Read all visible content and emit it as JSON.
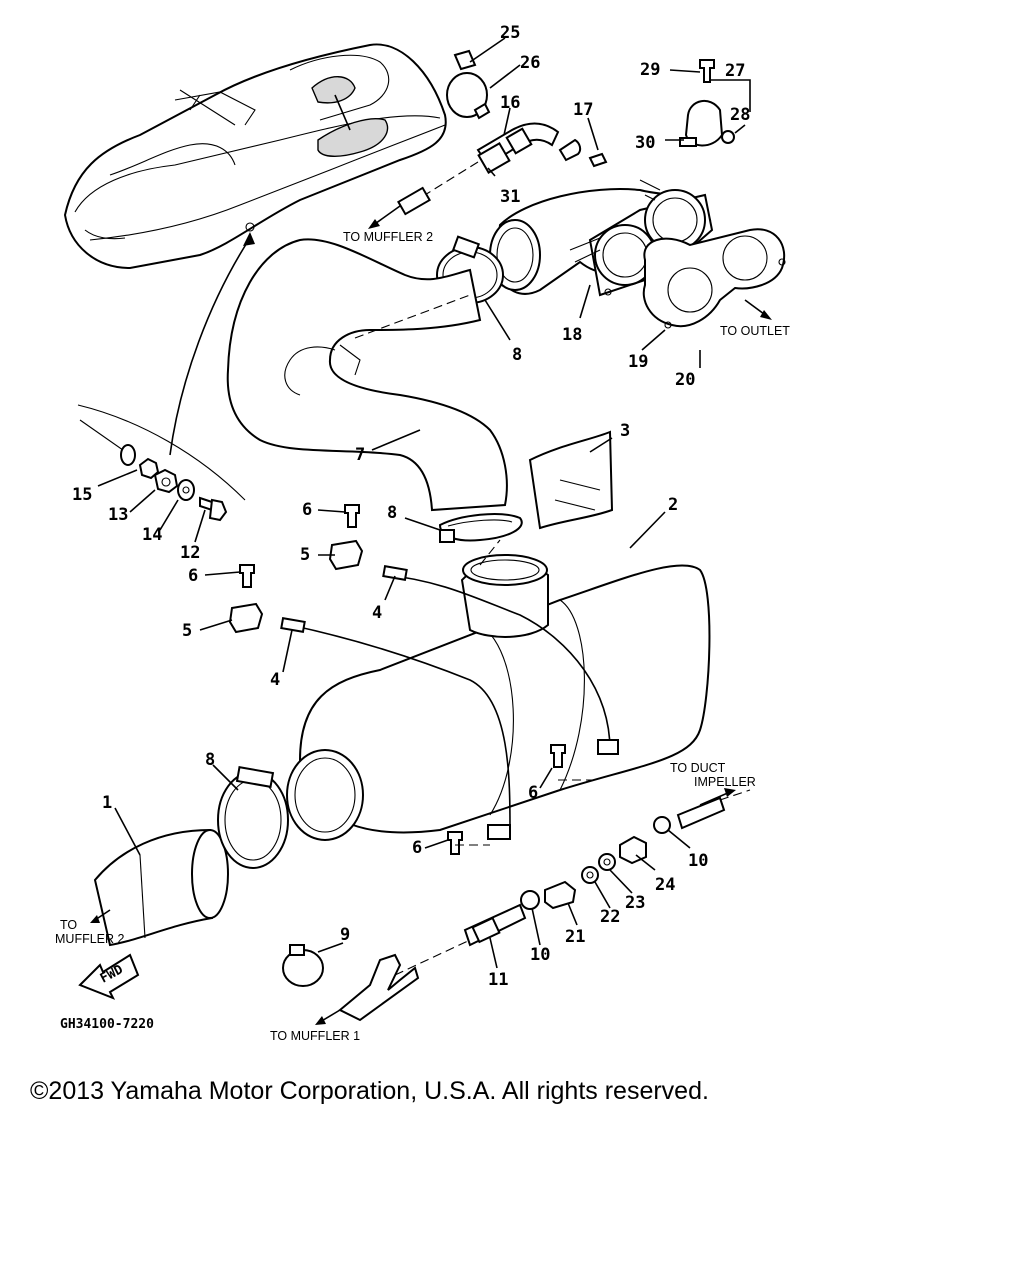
{
  "diagram_code": "GH34100-7220",
  "copyright": "©2013 Yamaha Motor Corporation, U.S.A. All rights reserved.",
  "callouts": {
    "c1": "1",
    "c2": "2",
    "c3": "3",
    "c4a": "4",
    "c4b": "4",
    "c5a": "5",
    "c5b": "5",
    "c6a": "6",
    "c6b": "6",
    "c6c": "6",
    "c6d": "6",
    "c7": "7",
    "c8a": "8",
    "c8b": "8",
    "c8c": "8",
    "c9": "9",
    "c10a": "10",
    "c10b": "10",
    "c11": "11",
    "c12": "12",
    "c13": "13",
    "c14": "14",
    "c15": "15",
    "c16": "16",
    "c17": "17",
    "c18": "18",
    "c19": "19",
    "c20": "20",
    "c21": "21",
    "c22": "22",
    "c23": "23",
    "c24": "24",
    "c25": "25",
    "c26": "26",
    "c27": "27",
    "c28": "28",
    "c29": "29",
    "c30": "30",
    "c31": "31"
  },
  "notes": {
    "to_muffler2_top": "TO MUFFLER 2",
    "to_outlet": "TO OUTLET",
    "to_duct_1": "TO DUCT",
    "to_duct_2": "IMPELLER",
    "to_muffler2_left_1": "TO",
    "to_muffler2_left_2": "MUFFLER 2",
    "to_muffler1": "TO MUFFLER 1",
    "fwd": "FWD"
  }
}
